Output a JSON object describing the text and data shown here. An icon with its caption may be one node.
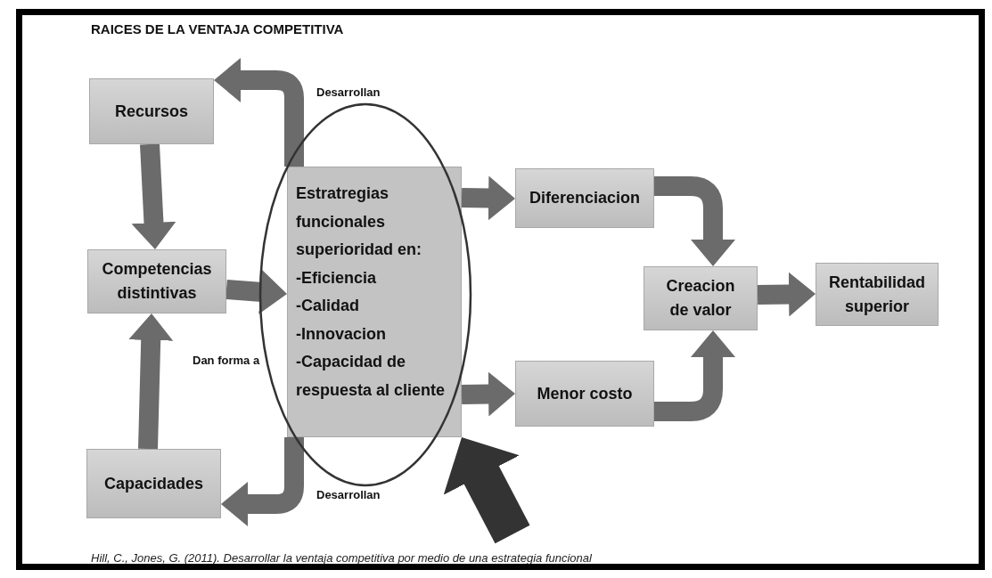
{
  "diagram": {
    "title": "RAICES DE LA VENTAJA COMPETITIVA",
    "caption": "Hill, C., Jones, G. (2011). Desarrollar la ventaja competitiva por medio de una estrategia funcional",
    "nodes": [
      {
        "text": [
          "Recursos"
        ]
      },
      {
        "text": [
          "Competencias distintivas"
        ]
      },
      {
        "text": [
          "Capacidades"
        ]
      },
      {
        "text": [
          "Estratregias funcionales superioridad en:",
          "-Eficiencia",
          "-Calidad",
          "-Innovacion",
          "-Capacidad de respuesta al cliente"
        ]
      },
      {
        "text": [
          "Diferenciacion"
        ]
      },
      {
        "text": [
          "Menor costo"
        ]
      },
      {
        "text": [
          "Creacion de valor"
        ]
      },
      {
        "text": [
          "Rentabilidad superior"
        ]
      }
    ],
    "edges": [
      {
        "from": 0,
        "to": 1,
        "arrow": "to"
      },
      {
        "from": 2,
        "to": 1,
        "arrow": "to"
      },
      {
        "from": 1,
        "to": 3,
        "arrow": "to"
      },
      {
        "from": 3,
        "to": 0,
        "arrow": "to",
        "label": "Desarrollan"
      },
      {
        "from": 3,
        "to": 2,
        "arrow": "to",
        "label": "Desarrollan"
      },
      {
        "from": 3,
        "to": 4,
        "arrow": "to"
      },
      {
        "from": 3,
        "to": 5,
        "arrow": "to"
      },
      {
        "from": 4,
        "to": 6,
        "arrow": "to"
      },
      {
        "from": 5,
        "to": 6,
        "arrow": "to"
      },
      {
        "from": 6,
        "to": 7,
        "arrow": "to"
      },
      {
        "from": null,
        "to": 3,
        "arrow": "to",
        "style": "thick",
        "color": "#333333"
      }
    ],
    "labels": [
      "Dan forma a"
    ]
  }
}
